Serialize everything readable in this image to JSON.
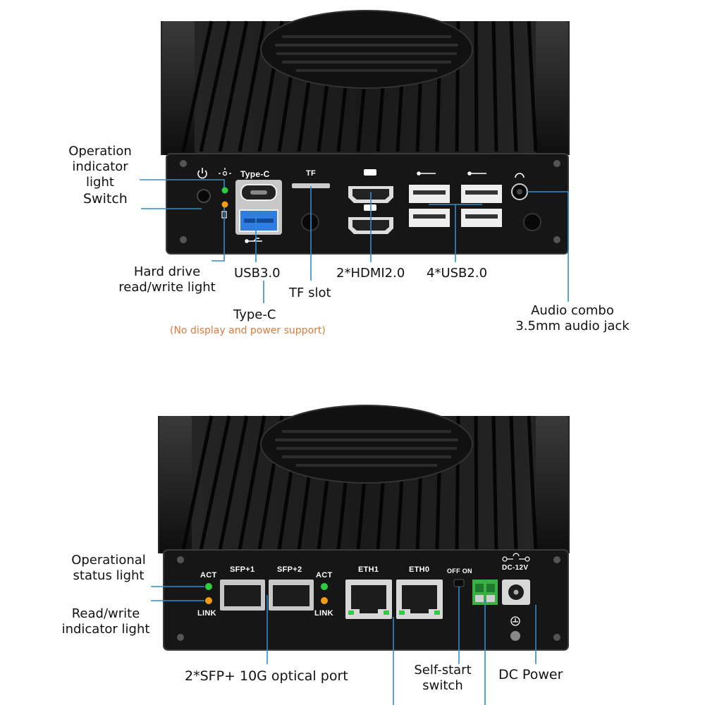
{
  "front": {
    "callouts": {
      "operation_light": "Operation\nindicator light",
      "switch": "Switch",
      "hdd_light": "Hard drive\nread/write light",
      "usb3": "USB3.0",
      "tf_slot": "TF slot",
      "hdmi": "2*HDMI2.0",
      "usb2": "4*USB2.0",
      "type_c": "Type-C",
      "type_c_note": "(No display and power support)",
      "audio": "Audio combo\n3.5mm audio jack"
    },
    "panel_labels": {
      "type_c": "Type-C",
      "tf": "TF"
    }
  },
  "back": {
    "callouts": {
      "status_light": "Operational\nstatus light",
      "rw_light": "Read/write\nindicator light",
      "sfp": "2*SFP+ 10G optical port",
      "self_start": "Self-start\nswitch",
      "dc_power": "DC Power"
    },
    "panel_labels": {
      "sfp1": "SFP+1",
      "sfp2": "SFP+2",
      "act_left": "ACT",
      "link_left": "LINK",
      "act_right": "ACT",
      "link_right": "LINK",
      "eth1": "ETH1",
      "eth0": "ETH0",
      "off_on": "OFF ON",
      "dc": "DC-12V"
    }
  },
  "colors": {
    "chassis": "#1a1a1a",
    "panel": "#141414",
    "callout_line": "#2b8ed0",
    "led_green": "#2ecc40",
    "led_orange": "#f39c12",
    "usb3_blue": "#2f7de1",
    "terminal_green": "#3cb043",
    "note_orange": "#e07a3c"
  }
}
